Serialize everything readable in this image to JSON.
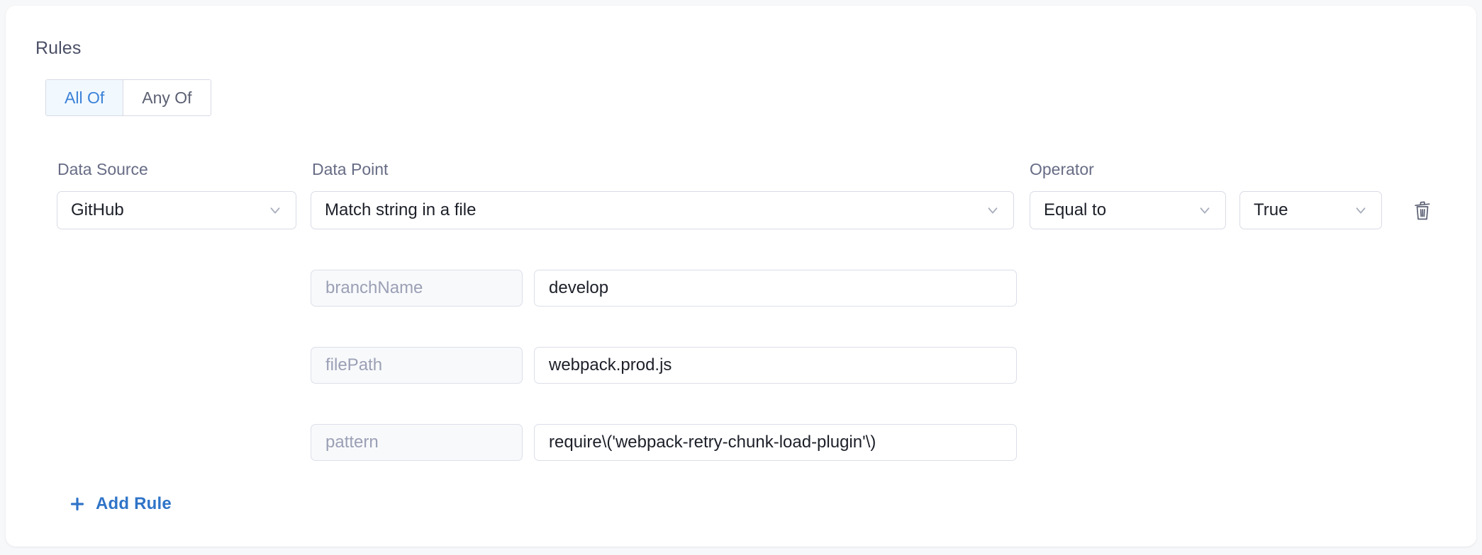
{
  "card": {
    "section_title": "Rules"
  },
  "match_toggle": {
    "options": [
      {
        "label": "All Of",
        "active": true
      },
      {
        "label": "Any Of",
        "active": false
      }
    ]
  },
  "columns": {
    "data_source_label": "Data Source",
    "data_point_label": "Data Point",
    "operator_label": "Operator"
  },
  "rule": {
    "data_source": {
      "value": "GitHub",
      "icon": "chevron-down-icon"
    },
    "data_point": {
      "value": "Match string in a file",
      "icon": "chevron-down-icon"
    },
    "operator": {
      "value": "Equal to",
      "icon": "chevron-down-icon"
    },
    "operand": {
      "value": "True",
      "icon": "chevron-down-icon"
    },
    "delete": {
      "icon": "trash-icon"
    },
    "parameters": [
      {
        "key": "branchName",
        "value": "develop"
      },
      {
        "key": "filePath",
        "value": "webpack.prod.js"
      },
      {
        "key": "pattern",
        "value": "require\\('webpack-retry-chunk-load-plugin'\\)"
      }
    ]
  },
  "add_rule": {
    "label": "Add Rule",
    "icon": "plus-icon"
  },
  "colors": {
    "accent_blue": "#2f74c8",
    "active_tab_text": "#3b82d8",
    "active_tab_bg": "#f1f8fe",
    "label_gray": "#676c85",
    "placeholder_gray": "#9ba0b5",
    "border": "#d9dce6",
    "page_bg": "#f7f8fa",
    "card_bg": "#ffffff"
  }
}
